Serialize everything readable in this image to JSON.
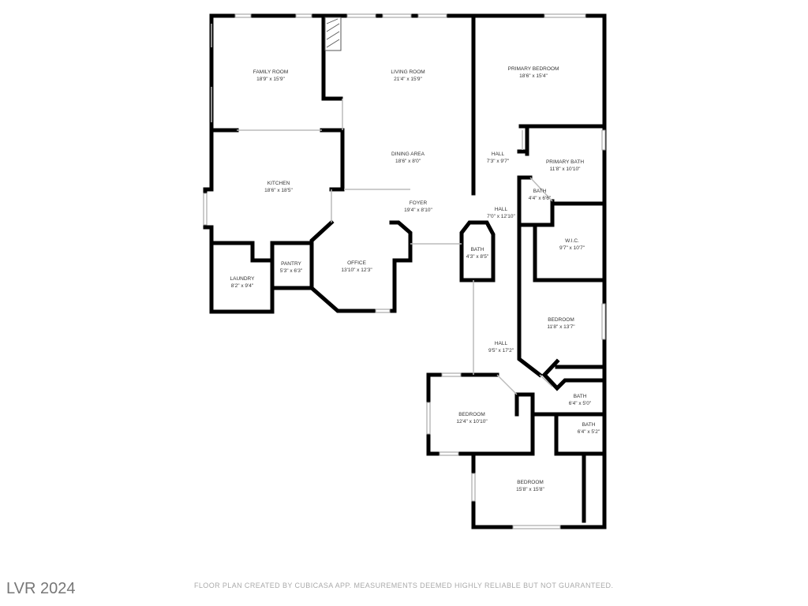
{
  "rooms": [
    {
      "name": "FAMILY ROOM",
      "size": "18'9\" x 15'9\""
    },
    {
      "name": "LIVING ROOM",
      "size": "21'4\" x 15'9\""
    },
    {
      "name": "PRIMARY BEDROOM",
      "size": "18'6\" x 15'4\""
    },
    {
      "name": "DINING AREA",
      "size": "18'6\" x 8'0\""
    },
    {
      "name": "HALL",
      "size": "7'3\" x 9'7\""
    },
    {
      "name": "PRIMARY BATH",
      "size": "11'8\" x 10'10\""
    },
    {
      "name": "KITCHEN",
      "size": "18'6\" x 18'5\""
    },
    {
      "name": "FOYER",
      "size": "19'4\" x 8'10\""
    },
    {
      "name": "BATH",
      "size": "4'4\" x 6'6\""
    },
    {
      "name": "HALL",
      "size": "7'0\" x 12'10\""
    },
    {
      "name": "PANTRY",
      "size": "5'3\" x 6'3\""
    },
    {
      "name": "OFFICE",
      "size": "13'10\" x 12'3\""
    },
    {
      "name": "BATH",
      "size": "4'3\" x 8'5\""
    },
    {
      "name": "W.I.C.",
      "size": "9'7\" x 10'7\""
    },
    {
      "name": "LAUNDRY",
      "size": "8'2\" x 9'4\""
    },
    {
      "name": "BEDROOM",
      "size": "11'8\" x 13'7\""
    },
    {
      "name": "HALL",
      "size": "9'5\" x 17'2\""
    },
    {
      "name": "BATH",
      "size": "6'4\" x 5'0\""
    },
    {
      "name": "BEDROOM",
      "size": "12'4\" x 10'10\""
    },
    {
      "name": "BATH",
      "size": "6'4\" x 5'2\""
    },
    {
      "name": "BEDROOM",
      "size": "15'8\" x 15'8\""
    }
  ],
  "footer": "FLOOR PLAN CREATED BY CUBICASA APP. MEASUREMENTS DEEMED HIGHLY RELIABLE BUT NOT GUARANTEED.",
  "watermark": "LVR 2024"
}
